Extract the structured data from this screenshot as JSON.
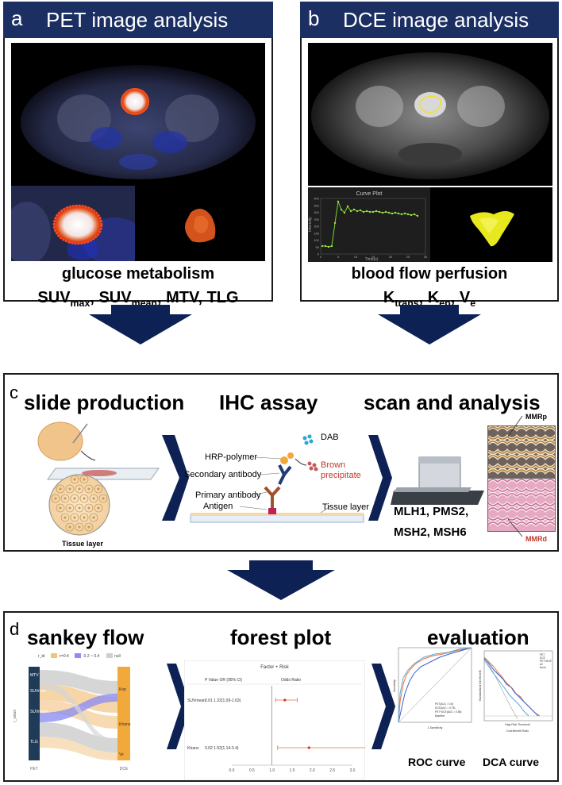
{
  "panel_a": {
    "letter": "a",
    "title": "PET image analysis",
    "caption": "glucose metabolism",
    "metrics": {
      "m1": "SUV",
      "m1s": "max",
      "sep1": ", ",
      "m2": "SUV",
      "m2s": "mean",
      "m3": ", MTV, TLG"
    }
  },
  "panel_b": {
    "letter": "b",
    "title": "DCE image analysis",
    "caption": "blood flow perfusion",
    "metrics": {
      "m1": "K",
      "m1s": "trans",
      "sep1": ", ",
      "m2": "K",
      "m2s": "ep",
      "sep2": ", ",
      "m3": "V",
      "m3s": "e"
    },
    "curve": {
      "title": "Curve Plot",
      "ylabel": "Intensity",
      "xlabel": "Time(s)",
      "yticks": [
        "400",
        "350",
        "300",
        "250",
        "200",
        "150",
        "100",
        "50",
        "0"
      ],
      "xticks": [
        "0",
        "5",
        "10",
        "15",
        "20",
        "25",
        "30"
      ]
    }
  },
  "panel_c": {
    "letter": "c",
    "s1": "slide production",
    "s2": "IHC assay",
    "s3": "scan and analysis",
    "tissue_label": "Tissue layer",
    "ihc": {
      "dab": "DAB",
      "hrp": "HRP-polymer",
      "brown": "Brown",
      "precip": "precipitate",
      "secondary": "Secondary antibody",
      "primary": "Primary antibody",
      "antigen": "Antigen",
      "tissue": "Tissue layer"
    },
    "mmrp": "MMRp",
    "mmrd": "MMRd",
    "genes1": "MLH1, PMS2,",
    "genes2": "MSH2, MSH6"
  },
  "panel_d": {
    "letter": "d",
    "s1": "sankey flow",
    "s2": "forest plot",
    "s3": "evaluation",
    "sankey": {
      "legend": [
        "r_id",
        ">=0.4",
        "-0.2 ~ 0.4",
        "null"
      ],
      "left": [
        "MTV",
        "SUVmax",
        "SUVmean",
        "TLG"
      ],
      "right": [
        "Kep",
        "Ktrans",
        "Ve"
      ],
      "left_axis": "PET",
      "right_axis": "DCE",
      "ylabel": "r_value"
    },
    "forest": {
      "title": "Factor + Risk",
      "header1": "P Value  OR (95% CI)",
      "header2": "Odds Ratio",
      "rows": [
        {
          "name": "SUVmean",
          "text": "0.01  1.32(1.09-1.63)",
          "or": 1.32,
          "lo": 1.09,
          "hi": 1.63
        },
        {
          "name": "Ktrans",
          "text": "0.02  1.92(1.14-3.4)",
          "or": 1.92,
          "lo": 1.14,
          "hi": 3.4
        }
      ],
      "xticks": [
        "0.0",
        "0.5",
        "1.0",
        "1.5",
        "2.0",
        "2.5",
        "3.0"
      ]
    },
    "roc_label": "ROC curve",
    "dca_label": "DCA curve",
    "roc_legend": [
      "PET(AUC = 0.8)",
      "DCE(AUC = 0.78)",
      "PET+DCE(AUC = 0.86)",
      "Baseline"
    ],
    "dca_legend": [
      "PET",
      "DCE",
      "PET+DCE",
      "All",
      "None"
    ],
    "roc_xlabel": "1-Specificity",
    "roc_ylabel": "Sensitivity",
    "dca_xlabel": "High Risk Threshold",
    "dca_xlabel2": "Cost:Benefit Ratio",
    "dca_ylabel": "Standardized Net Benefit"
  },
  "colors": {
    "header": "#1b2f63",
    "arrow": "#0d2155",
    "accent_orange": "#f2a93b",
    "accent_blue": "#1f3b57",
    "roc_red": "#e8743b",
    "roc_blue": "#3a5fcd"
  }
}
